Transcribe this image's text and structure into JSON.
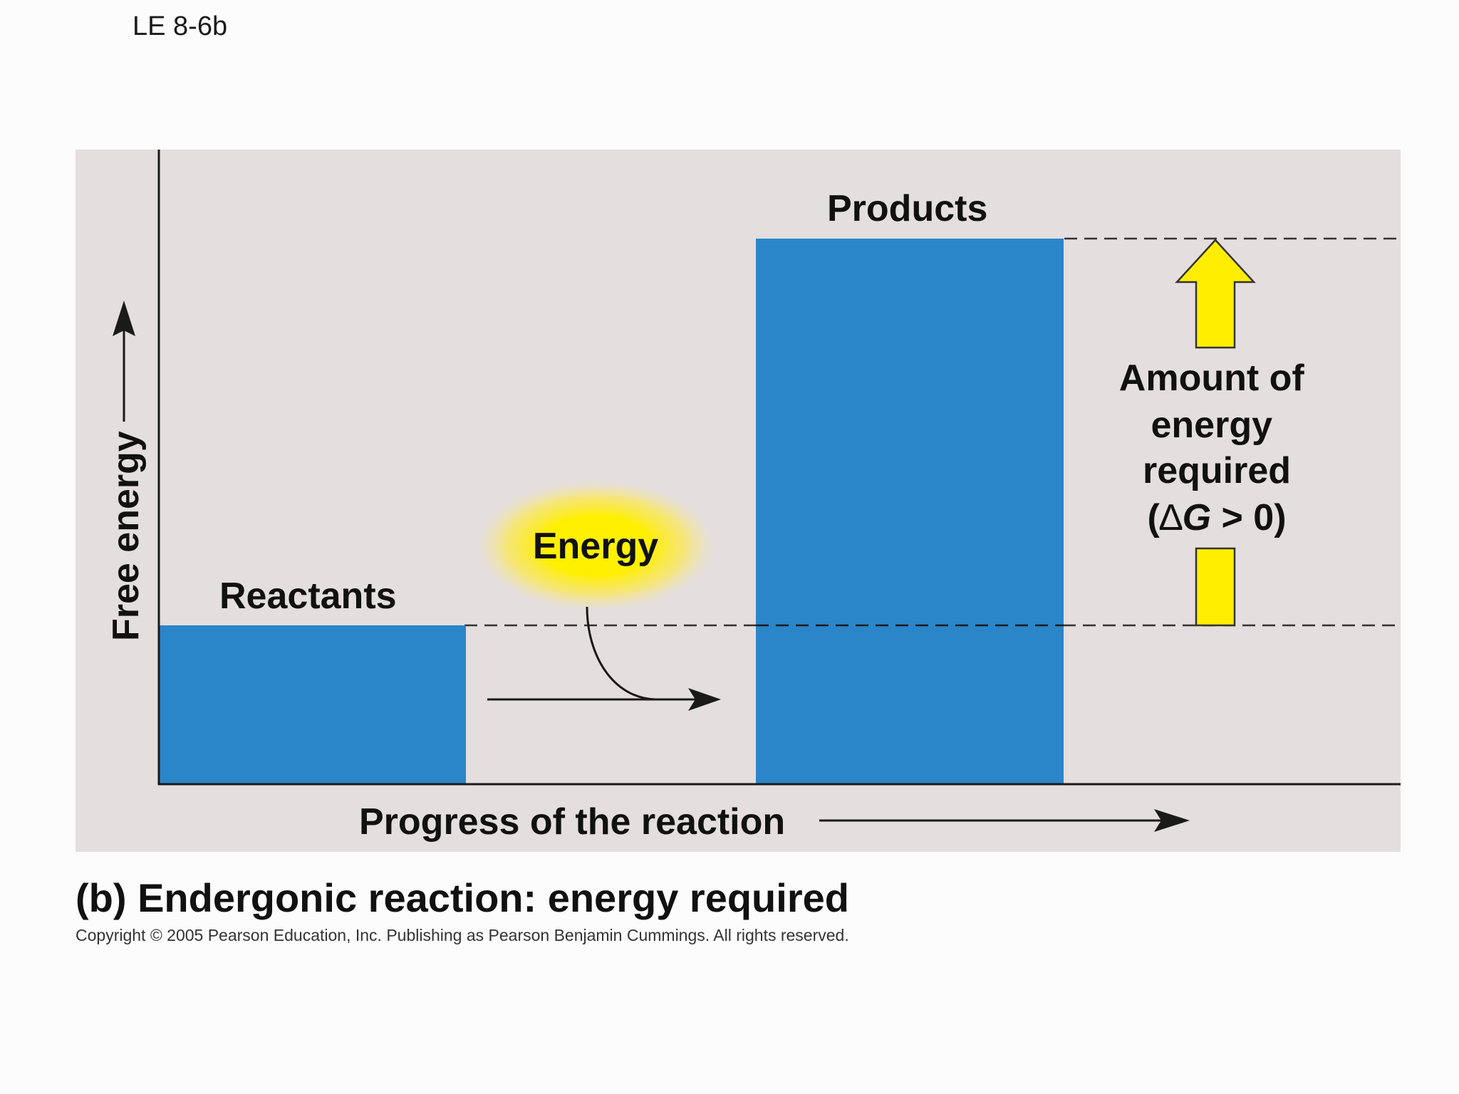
{
  "slide_label": "LE 8-6b",
  "caption": "(b) Endergonic reaction: energy required",
  "copyright": "Copyright ©  2005 Pearson Education, Inc. Publishing as Pearson Benjamin Cummings. All rights reserved.",
  "diagram": {
    "y_axis_label": "Free energy",
    "x_axis_label": "Progress of the reaction",
    "reactants_label": "Reactants",
    "products_label": "Products",
    "energy_label": "Energy",
    "amount_label_lines": [
      "Amount of",
      "energy",
      "required"
    ],
    "delta_g": {
      "open": "(",
      "delta": "∆",
      "symbol": "G",
      "rest": " > 0)"
    },
    "colors": {
      "panel": "#e4dede",
      "bar": "#2a86c9",
      "arrow": "#ffee00",
      "glow": "#fff200",
      "axis": "#1a1a1a"
    }
  }
}
